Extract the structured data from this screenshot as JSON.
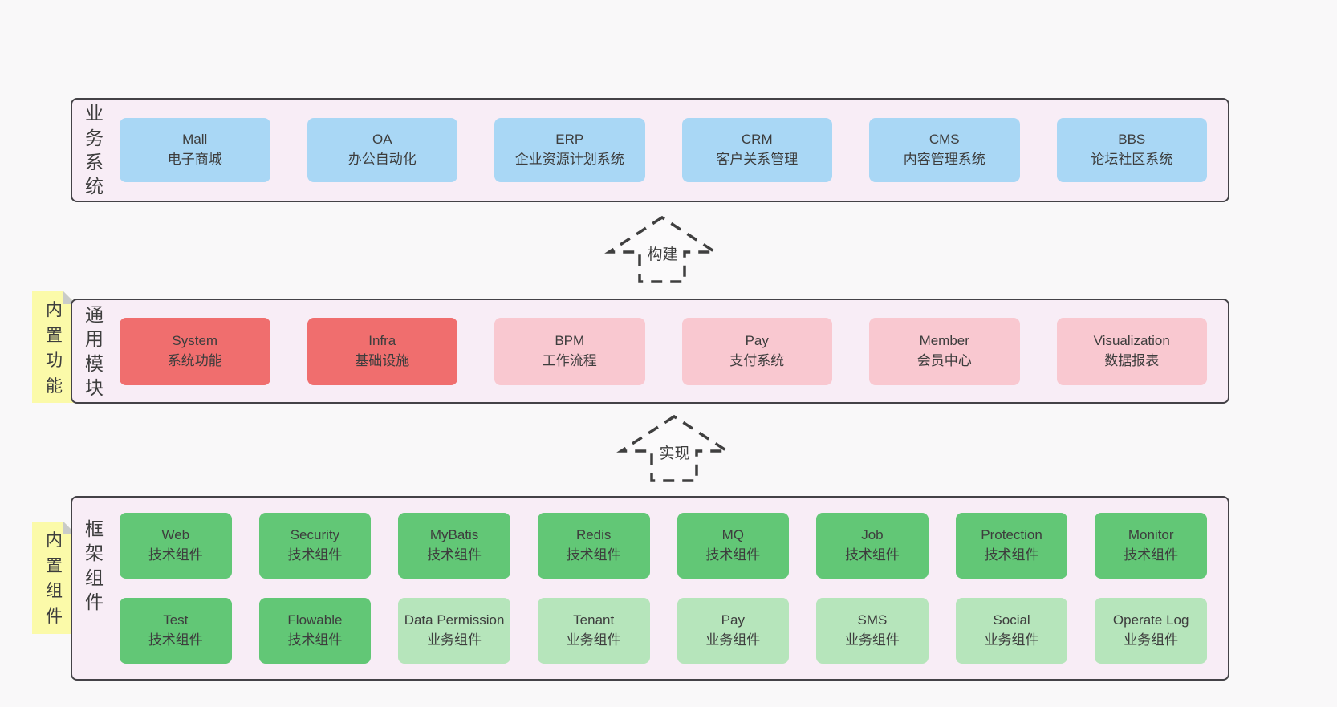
{
  "diagram": {
    "language": "zh-CN",
    "colors": {
      "page_bg": "#f9f8f9",
      "layer_bg": "#f8edf6",
      "layer_border": "#444247",
      "blue_node": "#a9d7f5",
      "red_node": "#f06e6e",
      "pink_node": "#f9c8d0",
      "green_node": "#62c776",
      "light_green_node": "#b6e5bb",
      "sticky_bg": "#fbfaa9",
      "text": "#3d3d3d"
    }
  },
  "arrows": [
    {
      "label": "构建"
    },
    {
      "label": "实现"
    }
  ],
  "stickies": [
    {
      "label": "内置功能"
    },
    {
      "label": "内置组件"
    }
  ],
  "layers": [
    {
      "label": "业务系统",
      "boxes": [
        {
          "title": "Mall",
          "subtitle": "电子商城",
          "kind": "blue"
        },
        {
          "title": "OA",
          "subtitle": "办公自动化",
          "kind": "blue"
        },
        {
          "title": "ERP",
          "subtitle": "企业资源计划系统",
          "kind": "blue"
        },
        {
          "title": "CRM",
          "subtitle": "客户关系管理",
          "kind": "blue"
        },
        {
          "title": "CMS",
          "subtitle": "内容管理系统",
          "kind": "blue"
        },
        {
          "title": "BBS",
          "subtitle": "论坛社区系统",
          "kind": "blue"
        }
      ]
    },
    {
      "label": "通用模块",
      "boxes": [
        {
          "title": "System",
          "subtitle": "系统功能",
          "kind": "red"
        },
        {
          "title": "Infra",
          "subtitle": "基础设施",
          "kind": "red"
        },
        {
          "title": "BPM",
          "subtitle": "工作流程",
          "kind": "pink"
        },
        {
          "title": "Pay",
          "subtitle": "支付系统",
          "kind": "pink"
        },
        {
          "title": "Member",
          "subtitle": "会员中心",
          "kind": "pink"
        },
        {
          "title": "Visualization",
          "subtitle": "数据报表",
          "kind": "pink"
        }
      ]
    },
    {
      "label": "框架组件",
      "rows": [
        [
          {
            "title": "Web",
            "subtitle": "技术组件",
            "kind": "green"
          },
          {
            "title": "Security",
            "subtitle": "技术组件",
            "kind": "green"
          },
          {
            "title": "MyBatis",
            "subtitle": "技术组件",
            "kind": "green"
          },
          {
            "title": "Redis",
            "subtitle": "技术组件",
            "kind": "green"
          },
          {
            "title": "MQ",
            "subtitle": "技术组件",
            "kind": "green"
          },
          {
            "title": "Job",
            "subtitle": "技术组件",
            "kind": "green"
          },
          {
            "title": "Protection",
            "subtitle": "技术组件",
            "kind": "green"
          },
          {
            "title": "Monitor",
            "subtitle": "技术组件",
            "kind": "green"
          }
        ],
        [
          {
            "title": "Test",
            "subtitle": "技术组件",
            "kind": "green"
          },
          {
            "title": "Flowable",
            "subtitle": "技术组件",
            "kind": "green"
          },
          {
            "title": "Data Permission",
            "subtitle": "业务组件",
            "kind": "lightgreen"
          },
          {
            "title": "Tenant",
            "subtitle": "业务组件",
            "kind": "lightgreen"
          },
          {
            "title": "Pay",
            "subtitle": "业务组件",
            "kind": "lightgreen"
          },
          {
            "title": "SMS",
            "subtitle": "业务组件",
            "kind": "lightgreen"
          },
          {
            "title": "Social",
            "subtitle": "业务组件",
            "kind": "lightgreen"
          },
          {
            "title": "Operate Log",
            "subtitle": "业务组件",
            "kind": "lightgreen"
          }
        ]
      ]
    }
  ]
}
